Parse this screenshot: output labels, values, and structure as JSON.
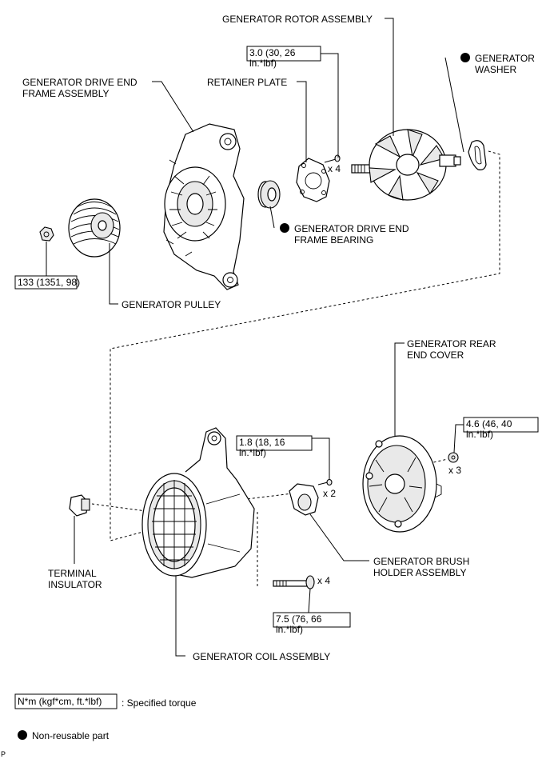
{
  "labels": {
    "generator_rotor_assembly": "GENERATOR ROTOR ASSEMBLY",
    "generator_washer": [
      "GENERATOR",
      "WASHER"
    ],
    "retainer_plate": "RETAINER PLATE",
    "generator_drive_end_frame_assembly": [
      "GENERATOR DRIVE END",
      "FRAME ASSEMBLY"
    ],
    "generator_drive_end_frame_bearing": [
      "GENERATOR DRIVE END",
      "FRAME BEARING"
    ],
    "generator_pulley": "GENERATOR PULLEY",
    "generator_rear_end_cover": [
      "GENERATOR REAR",
      "END COVER"
    ],
    "generator_brush_holder_assembly": [
      "GENERATOR BRUSH",
      "HOLDER ASSEMBLY"
    ],
    "terminal_insulator": [
      "TERMINAL",
      "INSULATOR"
    ],
    "generator_coil_assembly": "GENERATOR COIL ASSEMBLY"
  },
  "torques": {
    "retainer_plate_bolt": [
      "3.0 (30, 26",
      "in.*lbf)"
    ],
    "pulley_nut": [
      "133 (1351, 98)"
    ],
    "rear_cover_nut": [
      "4.6 (46, 40",
      "in.*lbf)"
    ],
    "brush_holder_screw": [
      "1.8 (18, 16",
      "in.*lbf)"
    ],
    "through_bolt": [
      "7.5 (76, 66",
      "in.*lbf)"
    ]
  },
  "quantities": {
    "retainer_plate_bolt": "x 4",
    "rear_cover_nut": "x 3",
    "brush_holder_screw": "x 2",
    "through_bolt": "x 4"
  },
  "legend": {
    "torque_unit_box": "N*m (kgf*cm, ft.*lbf)",
    "torque_unit_text": ": Specified torque",
    "non_reusable_text": "Non-reusable part"
  },
  "corner_mark": "P"
}
